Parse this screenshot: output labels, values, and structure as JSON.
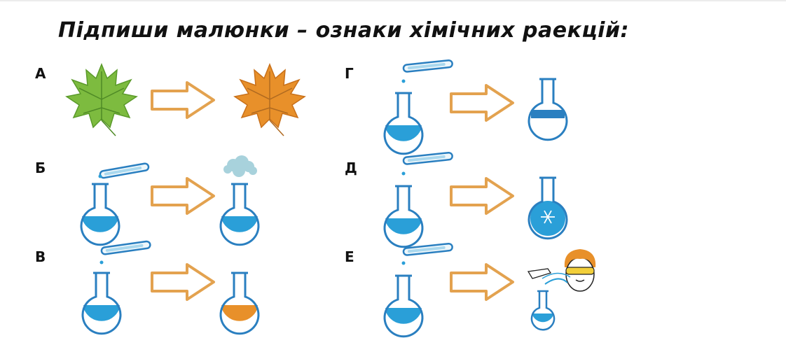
{
  "title": "Підпиши малюнки – ознаки хімічних раекцій:",
  "items": [
    {
      "letter": "А"
    },
    {
      "letter": "Б"
    },
    {
      "letter": "В"
    },
    {
      "letter": "Г"
    },
    {
      "letter": "Д"
    },
    {
      "letter": "Е"
    }
  ],
  "colors": {
    "leaf_green": "#7dbb3f",
    "leaf_orange": "#e8902a",
    "arrow": "#e3a24f",
    "liquid_blue": "#2a9fd8",
    "liquid_orange": "#e8902a",
    "outline": "#2a7fc0",
    "gas": "#a8d2dc"
  }
}
